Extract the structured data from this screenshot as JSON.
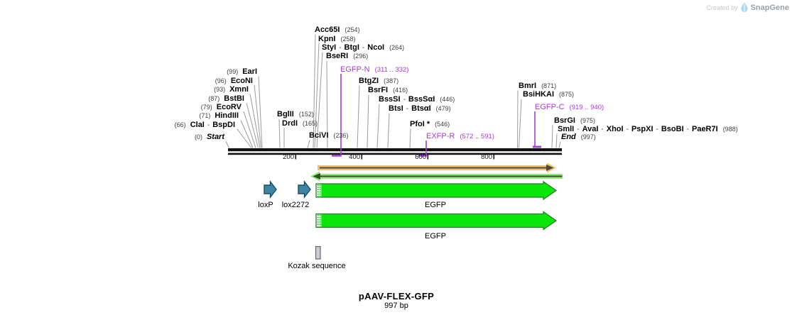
{
  "sep": "-",
  "title": {
    "name": "pAAV-FLEX-GFP",
    "length": "997 bp"
  },
  "watermark": {
    "created_by": "Created by",
    "brand": "SnapGene"
  },
  "ruler": {
    "t200": "200",
    "t400": "400",
    "t600": "600",
    "t800": "800"
  },
  "sites": {
    "earI": {
      "pos": "(99)",
      "names": [
        "EarI"
      ]
    },
    "econI": {
      "pos": "(96)",
      "names": [
        "EcoNI"
      ]
    },
    "xmnI": {
      "pos": "(93)",
      "names": [
        "XmnI"
      ]
    },
    "bstbI": {
      "pos": "(87)",
      "names": [
        "BstBI"
      ]
    },
    "ecorv": {
      "pos": "(79)",
      "names": [
        "EcoRV"
      ]
    },
    "hindIII": {
      "pos": "(71)",
      "names": [
        "HindIII"
      ]
    },
    "claI": {
      "pos": "(66)",
      "names": [
        "ClaI",
        "BspDI"
      ]
    },
    "start": {
      "pos": "(0)",
      "names": [
        "Start"
      ]
    },
    "bglII": {
      "pos": "(152)",
      "names": [
        "BglII"
      ]
    },
    "drdI": {
      "pos": "(165)",
      "names": [
        "DrdI"
      ]
    },
    "bcivI": {
      "pos": "(236)",
      "names": [
        "BciVI"
      ]
    },
    "acc65I": {
      "pos": "(254)",
      "names": [
        "Acc65I"
      ]
    },
    "kpnI": {
      "pos": "(258)",
      "names": [
        "KpnI"
      ]
    },
    "styI": {
      "pos": "(264)",
      "names": [
        "StyI",
        "BtgI",
        "NcoI"
      ]
    },
    "bserI": {
      "pos": "(296)",
      "names": [
        "BseRI"
      ]
    },
    "btgzI": {
      "pos": "(387)",
      "names": [
        "BtgZI"
      ]
    },
    "bsrfI": {
      "pos": "(416)",
      "names": [
        "BsrFI"
      ]
    },
    "bsssI": {
      "pos": "(446)",
      "names": [
        "BssSI",
        "BssSαI"
      ]
    },
    "btsI": {
      "pos": "(479)",
      "names": [
        "BtsI",
        "BtsαI"
      ]
    },
    "pfoI": {
      "pos": "(546)",
      "names": [
        "PfoI *"
      ]
    },
    "bmrI": {
      "pos": "(871)",
      "names": [
        "BmrI"
      ]
    },
    "bsihkaI": {
      "pos": "(875)",
      "names": [
        "BsiHKAI"
      ]
    },
    "bsrgI": {
      "pos": "(975)",
      "names": [
        "BsrGI"
      ]
    },
    "smlI": {
      "pos": "(988)",
      "names": [
        "SmlI",
        "AvaI",
        "XhoI",
        "PspXI",
        "BsoBI",
        "PaeR7I"
      ]
    },
    "end": {
      "pos": "(997)",
      "names": [
        "End"
      ]
    }
  },
  "primers": {
    "egfp_n": {
      "name": "EGFP-N",
      "range": "(311 .. 332)"
    },
    "exfp_r": {
      "name": "EXFP-R",
      "range": "(572 .. 591)"
    },
    "egfp_c": {
      "name": "EGFP-C",
      "range": "(919 .. 940)"
    }
  },
  "features": {
    "loxp": "loxP",
    "lox2272": "lox2272",
    "egfp_top": "EGFP",
    "egfp_bottom": "EGFP",
    "kozak": "Kozak sequence"
  },
  "colors": {
    "primer_purple": "#A73BD6",
    "egfp_green_fill": "#0AE60A",
    "egfp_green_stroke": "#2A7A2A",
    "lox_teal_fill": "#3E85A3",
    "lox_teal_stroke": "#174E66",
    "orf_orange": "#F4BF6B",
    "orf_green": "#93E87E",
    "kozak_gray": "#C9CED4",
    "connector_gray": "#9B9B9B",
    "bar_black": "#111111"
  }
}
